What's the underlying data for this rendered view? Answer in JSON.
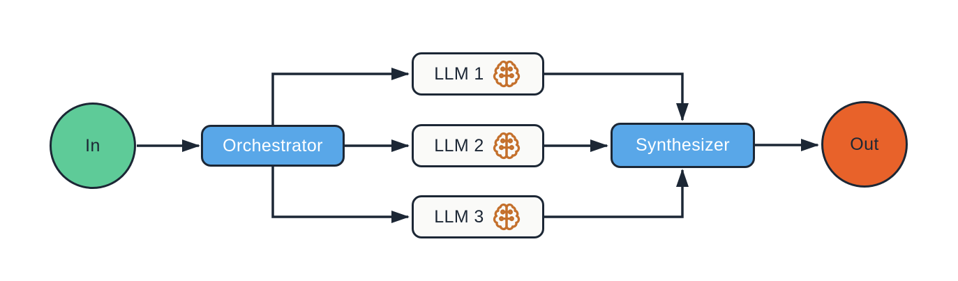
{
  "diagram": {
    "description": "Orchestrator-workers flow diagram",
    "colors": {
      "background": "#ffffff",
      "stroke": "#1c2735",
      "in_node_fill": "#5ecb98",
      "out_node_fill": "#e8622a",
      "blue_box_fill": "#59a7e8",
      "worker_box_fill": "#fafaf8",
      "brain_icon": "#c4702c",
      "label_dark": "#1c2735",
      "label_light": "#ffffff"
    },
    "nodes": {
      "in": {
        "label": "In",
        "shape": "circle"
      },
      "orchestrator": {
        "label": "Orchestrator",
        "shape": "rounded-box"
      },
      "llm1": {
        "label": "LLM 1",
        "shape": "rounded-box",
        "icon": "brain-icon"
      },
      "llm2": {
        "label": "LLM 2",
        "shape": "rounded-box",
        "icon": "brain-icon"
      },
      "llm3": {
        "label": "LLM 3",
        "shape": "rounded-box",
        "icon": "brain-icon"
      },
      "synthesizer": {
        "label": "Synthesizer",
        "shape": "rounded-box"
      },
      "out": {
        "label": "Out",
        "shape": "circle"
      }
    },
    "edges": [
      {
        "from": "in",
        "to": "orchestrator"
      },
      {
        "from": "orchestrator",
        "to": "llm1"
      },
      {
        "from": "orchestrator",
        "to": "llm2"
      },
      {
        "from": "orchestrator",
        "to": "llm3"
      },
      {
        "from": "llm1",
        "to": "synthesizer"
      },
      {
        "from": "llm2",
        "to": "synthesizer"
      },
      {
        "from": "llm3",
        "to": "synthesizer"
      },
      {
        "from": "synthesizer",
        "to": "out"
      }
    ]
  }
}
